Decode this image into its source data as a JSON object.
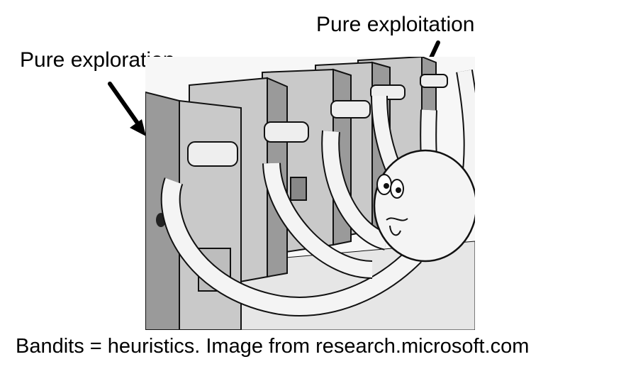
{
  "annotations": {
    "exploration_label": "Pure exploration",
    "exploitation_label": "Pure exploitation"
  },
  "caption": "Bandits = heuristics. Image from research.microsoft.com",
  "colors": {
    "background": "#ffffff",
    "machine_front": "#c9c9c9",
    "machine_side": "#9a9a9a",
    "floor": "#e6e6e6",
    "creature": "#f4f4f4",
    "ink": "#111111"
  },
  "icons": [
    "arrow-down-right-icon",
    "arrow-down-left-icon"
  ]
}
